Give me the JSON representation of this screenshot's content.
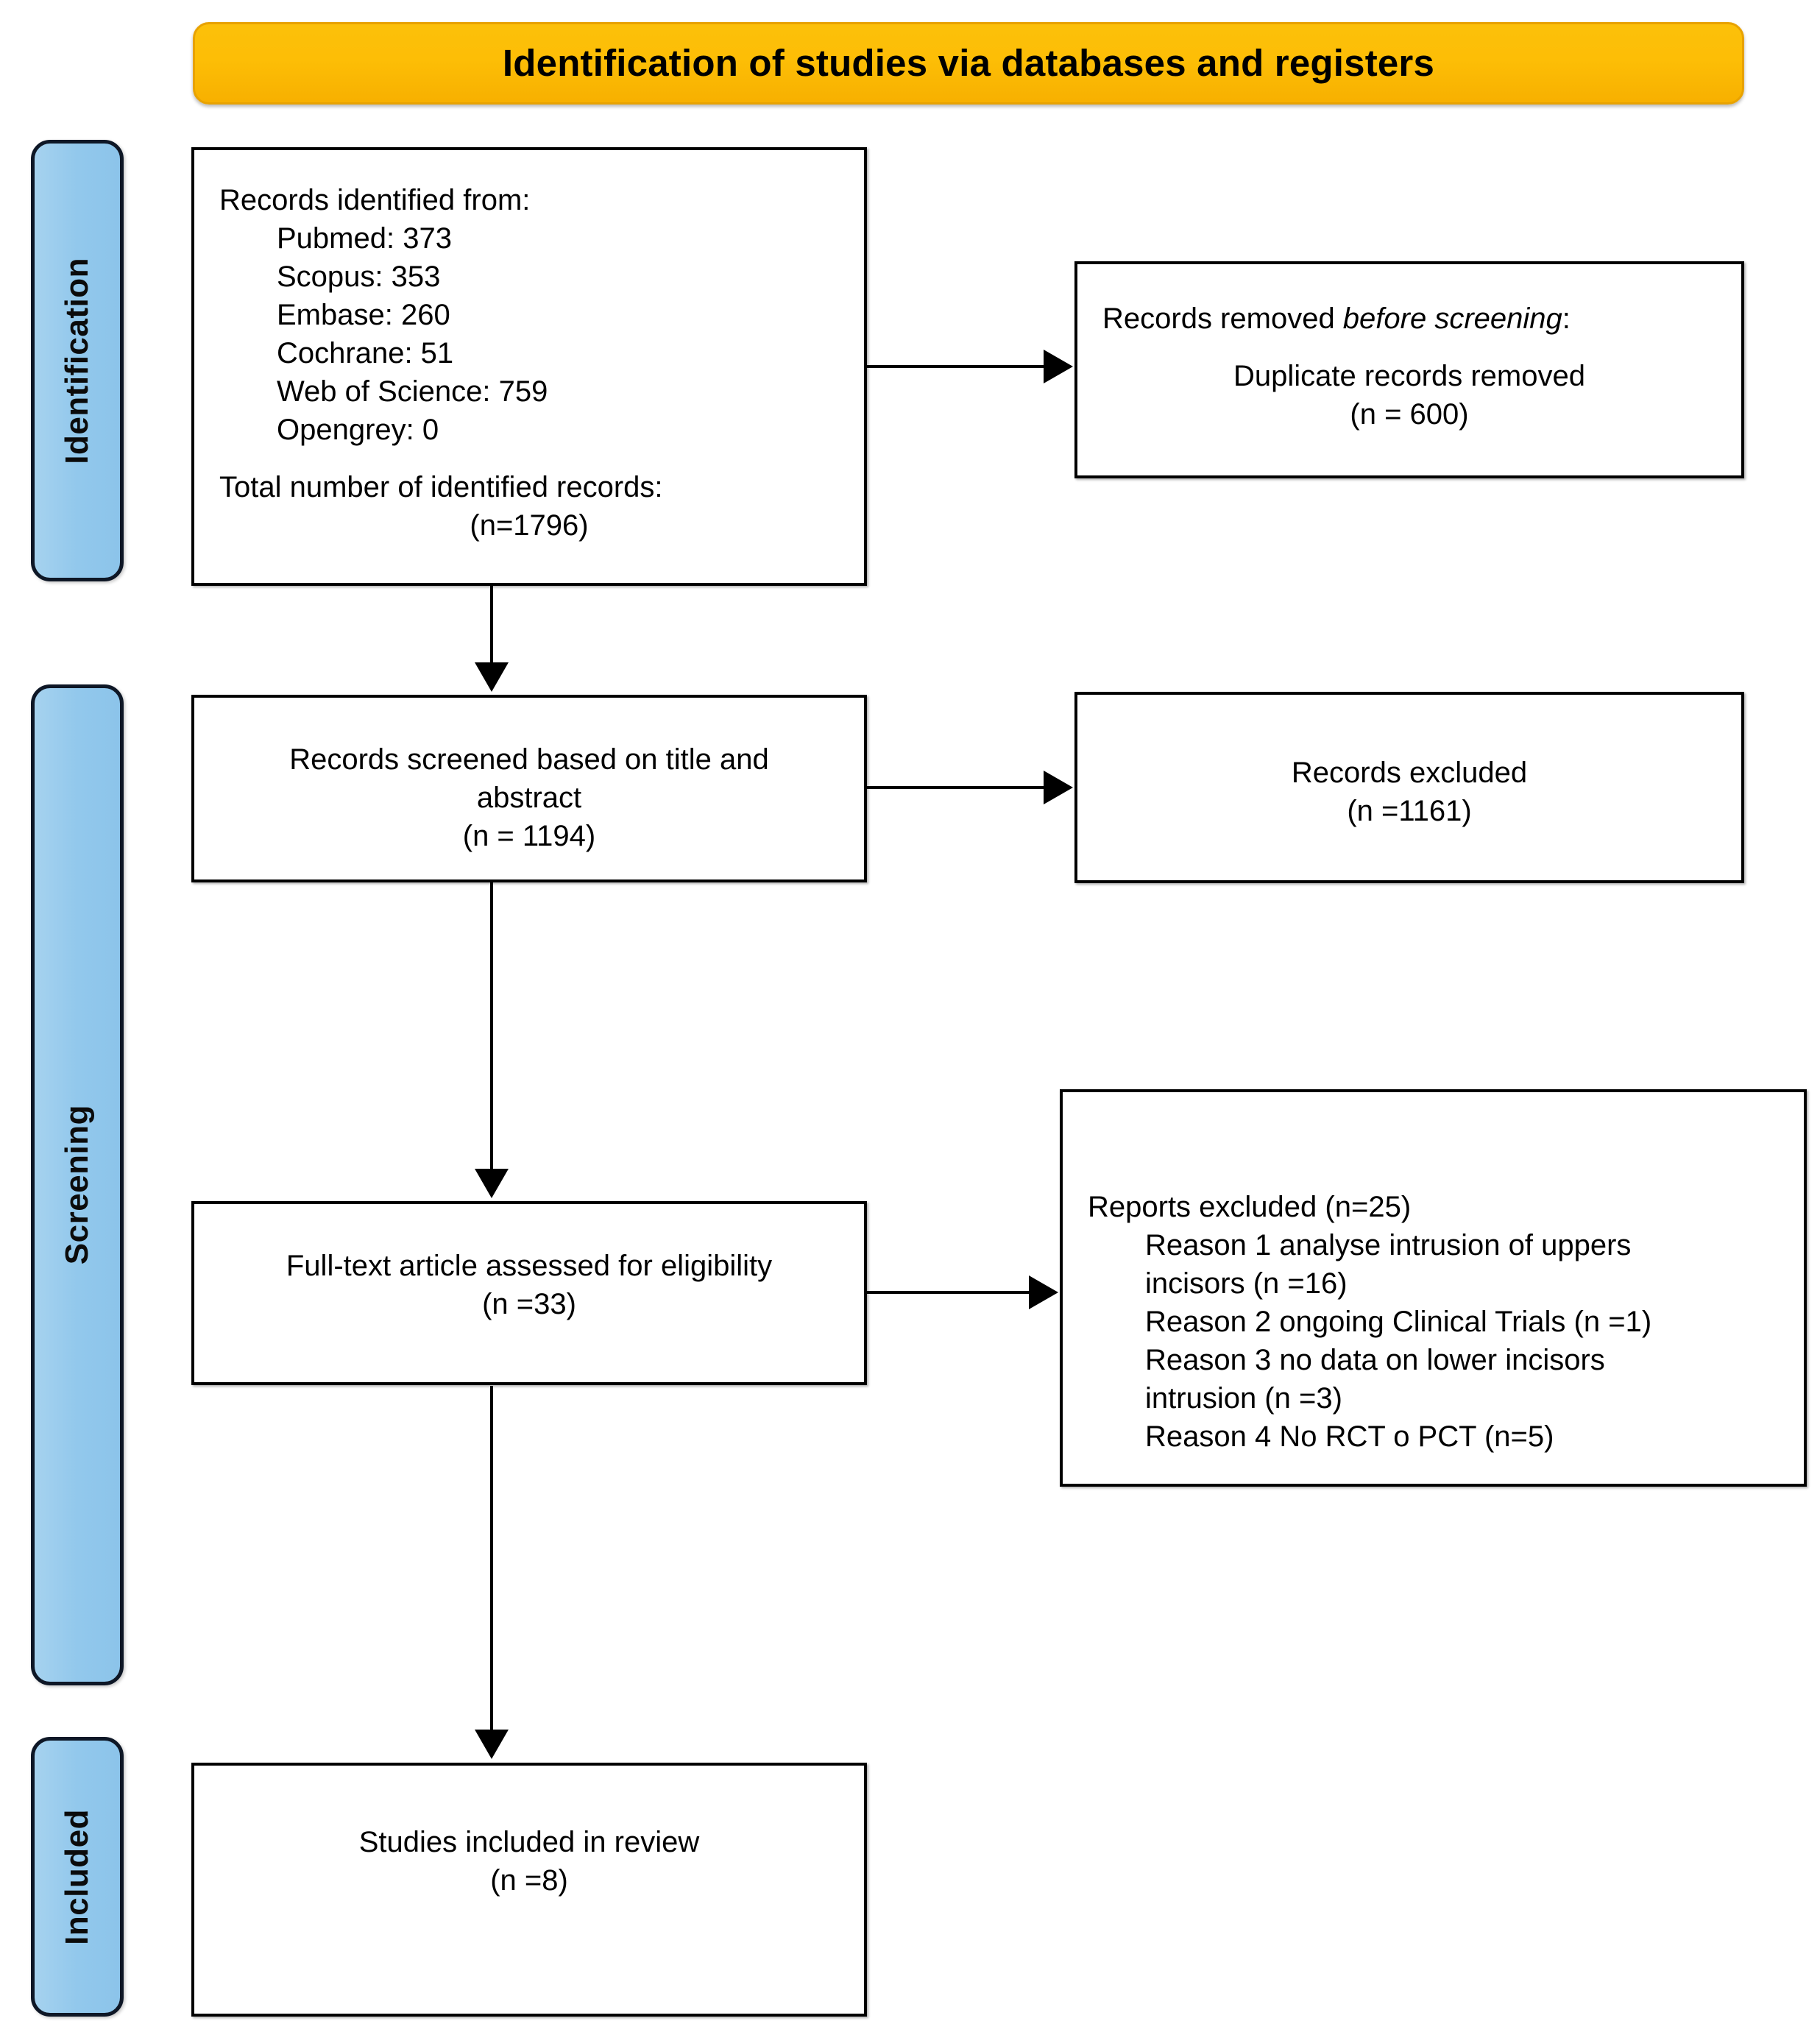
{
  "banner": {
    "title": "Identification of studies via databases and registers"
  },
  "rails": [
    {
      "id": "identification",
      "label": "Identification"
    },
    {
      "id": "screening",
      "label": "Screening"
    },
    {
      "id": "included",
      "label": "Included"
    }
  ],
  "boxes": {
    "identified": {
      "heading": "Records identified from:",
      "sources": [
        "Pubmed: 373",
        "Scopus: 353",
        "Embase: 260",
        "Cochrane: 51",
        "Web of Science: 759",
        "Opengrey: 0"
      ],
      "total_label": "Total number of identified records:",
      "total_value": "(n=1796)"
    },
    "removed": {
      "line1_prefix": "Records removed ",
      "line1_italic": "before screening",
      "line1_suffix": ":",
      "line2": "Duplicate records removed",
      "line3": "(n = 600)"
    },
    "screened": {
      "line1": "Records screened based on title and",
      "line2": "abstract",
      "line3": "(n = 1194)"
    },
    "excluded": {
      "line1": "Records excluded",
      "line2": "(n =1161)"
    },
    "fulltext": {
      "line1": "Full-text article assessed for eligibility",
      "line2": "(n =33)"
    },
    "reports": {
      "heading": "Reports excluded (n=25)",
      "reasons": [
        "Reason 1 analyse intrusion of uppers",
        "incisors (n =16)",
        "Reason 2 ongoing Clinical Trials (n =1)",
        "Reason 3 no data on lower incisors",
        "intrusion (n =3)",
        "Reason 4 No RCT o PCT (n=5)"
      ]
    },
    "included": {
      "line1": "Studies included in review",
      "line2": "(n =8)"
    }
  },
  "colors": {
    "banner_fill": "#FBBE06",
    "rail_fill": "#92C8EC",
    "rail_border": "#0E1726",
    "box_border": "#000000",
    "text": "#000000",
    "page_background": "#FFFFFF"
  },
  "chart_data": {
    "type": "diagram",
    "title": "Identification of studies via databases and registers",
    "stages": [
      {
        "stage": "Identification",
        "nodes": [
          {
            "name": "Records identified",
            "n": 1796,
            "breakdown": {
              "Pubmed": 373,
              "Scopus": 353,
              "Embase": 260,
              "Cochrane": 51,
              "Web of Science": 759,
              "Opengrey": 0
            }
          },
          {
            "name": "Duplicate records removed before screening",
            "n": 600
          }
        ]
      },
      {
        "stage": "Screening",
        "nodes": [
          {
            "name": "Records screened based on title and abstract",
            "n": 1194
          },
          {
            "name": "Records excluded",
            "n": 1161
          },
          {
            "name": "Full-text article assessed for eligibility",
            "n": 33
          },
          {
            "name": "Reports excluded",
            "n": 25,
            "reasons": [
              {
                "label": "Reason 1 analyse intrusion of uppers incisors",
                "n": 16
              },
              {
                "label": "Reason 2 ongoing Clinical Trials",
                "n": 1
              },
              {
                "label": "Reason 3 no data on lower incisors intrusion",
                "n": 3
              },
              {
                "label": "Reason 4 No RCT o PCT",
                "n": 5
              }
            ]
          }
        ]
      },
      {
        "stage": "Included",
        "nodes": [
          {
            "name": "Studies included in review",
            "n": 8
          }
        ]
      }
    ]
  }
}
